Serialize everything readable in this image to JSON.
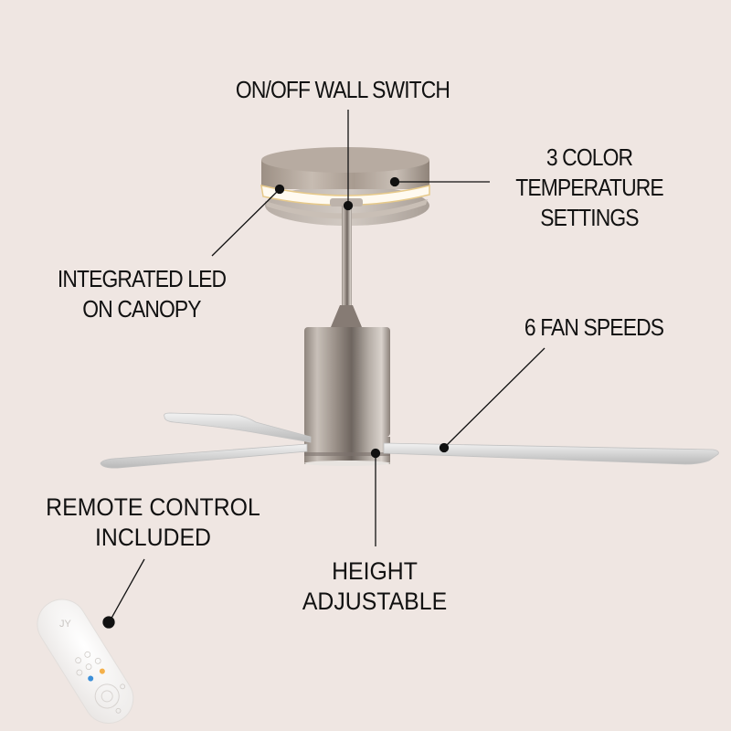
{
  "product": {
    "type": "ceiling-fan-feature-infographic",
    "colors": {
      "background": "#efe6e2",
      "text": "#111111",
      "metal": "#a49a93",
      "led_glow": "#fff8ea",
      "blade": "#d6d6d6"
    }
  },
  "callouts": [
    {
      "id": "wall-switch",
      "lines": [
        "ON/OFF WALL SWITCH"
      ]
    },
    {
      "id": "color-temperature",
      "lines": [
        "3 COLOR",
        "TEMPERATURE",
        "SETTINGS"
      ]
    },
    {
      "id": "integrated-led",
      "lines": [
        "INTEGRATED LED",
        "ON CANOPY"
      ]
    },
    {
      "id": "fan-speeds",
      "lines": [
        "6 FAN SPEEDS"
      ]
    },
    {
      "id": "remote-control",
      "lines": [
        "REMOTE CONTROL",
        "INCLUDED"
      ]
    },
    {
      "id": "height-adjustable",
      "lines": [
        "HEIGHT",
        "ADJUSTABLE"
      ]
    }
  ],
  "remote": {
    "logo_text": "JY"
  }
}
